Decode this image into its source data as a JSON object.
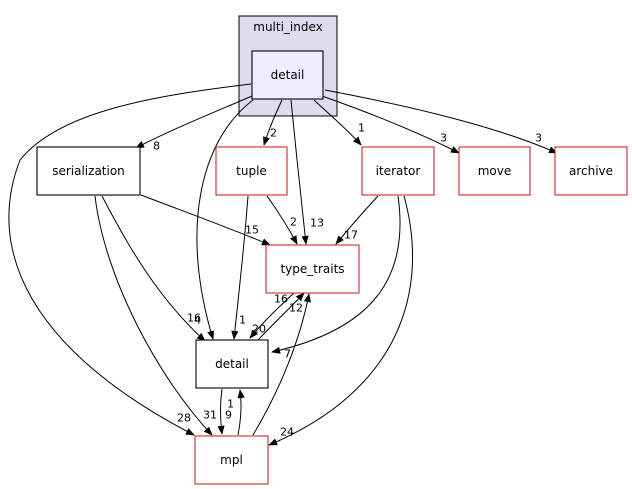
{
  "cluster": {
    "label": "multi_index",
    "fill": "#ddddee"
  },
  "colors": {
    "node_border_dark": "#000000",
    "node_border_red": "#d62728",
    "edge": "#000000",
    "node_fill_default": "#ffffff",
    "node_fill_focus": "#eeeeff"
  },
  "nodes": {
    "detail_top": {
      "label": "detail",
      "border": "dark",
      "fill": "focus"
    },
    "serialization": {
      "label": "serialization",
      "border": "dark",
      "fill": "default"
    },
    "tuple": {
      "label": "tuple",
      "border": "red",
      "fill": "default"
    },
    "iterator": {
      "label": "iterator",
      "border": "red",
      "fill": "default"
    },
    "move": {
      "label": "move",
      "border": "red",
      "fill": "default"
    },
    "archive": {
      "label": "archive",
      "border": "red",
      "fill": "default"
    },
    "type_traits": {
      "label": "type_traits",
      "border": "red",
      "fill": "default"
    },
    "detail_bottom": {
      "label": "detail",
      "border": "dark",
      "fill": "default"
    },
    "mpl": {
      "label": "mpl",
      "border": "red",
      "fill": "default"
    }
  },
  "edge_labels": {
    "top_to_serialization": "8",
    "top_to_tuple": "2",
    "top_to_iterator": "1",
    "top_to_move": "3",
    "top_to_archive": "3",
    "top_to_type_traits": "13",
    "top_to_detail": "16",
    "top_to_mpl": "28",
    "serialization_to_type_traits": "15",
    "serialization_to_detail": "4",
    "serialization_to_mpl": "31",
    "tuple_to_type_traits": "2",
    "tuple_to_detail": "1",
    "iterator_to_type_traits": "17",
    "iterator_to_detail": "7",
    "iterator_to_mpl": "24",
    "type_traits_to_detail": "20",
    "detail_to_type_traits": "16",
    "detail_to_mpl": "9",
    "mpl_to_detail": "1",
    "mpl_to_type_traits": "12"
  }
}
